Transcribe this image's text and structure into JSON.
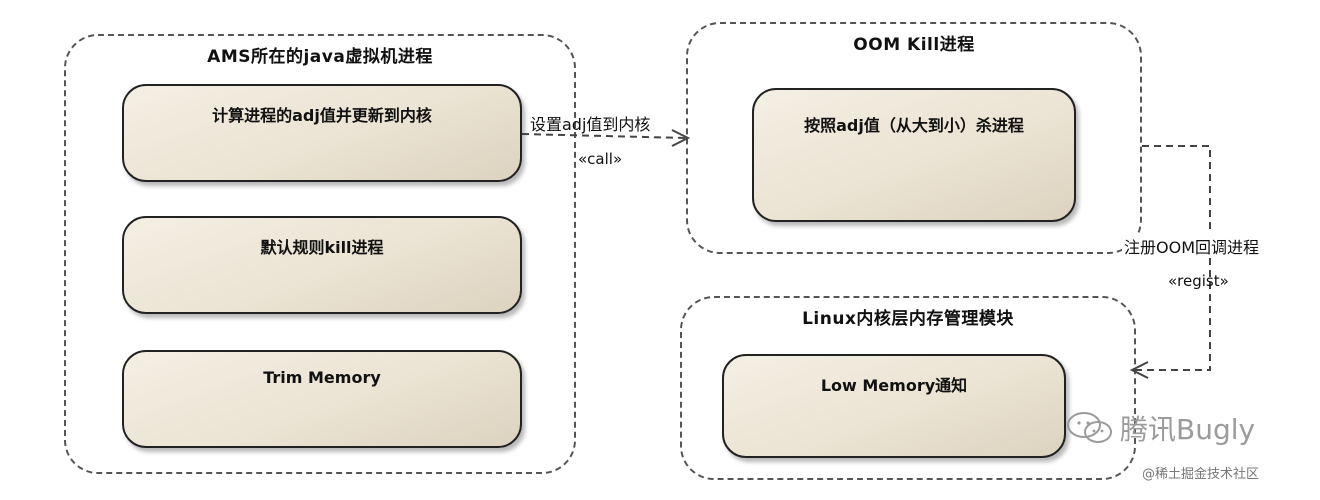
{
  "containers": {
    "ams": {
      "title": "AMS所在的java虚拟机进程"
    },
    "oom": {
      "title": "OOM Kill进程"
    },
    "linux": {
      "title": "Linux内核层内存管理模块"
    }
  },
  "nodes": {
    "compute_adj": "计算进程的adj值并更新到内核",
    "default_kill": "默认规则kill进程",
    "trim_memory": "Trim Memory",
    "kill_by_adj": "按照adj值（从大到小）杀进程",
    "low_memory": "Low Memory通知"
  },
  "edges": {
    "set_adj": {
      "label": "设置adj值到内核",
      "stereotype": "«call»"
    },
    "register": {
      "label": "注册OOM回调进程",
      "stereotype": "«regist»"
    }
  },
  "watermark": {
    "brand": "腾讯Bugly",
    "site": "@稀土掘金技术社区"
  }
}
